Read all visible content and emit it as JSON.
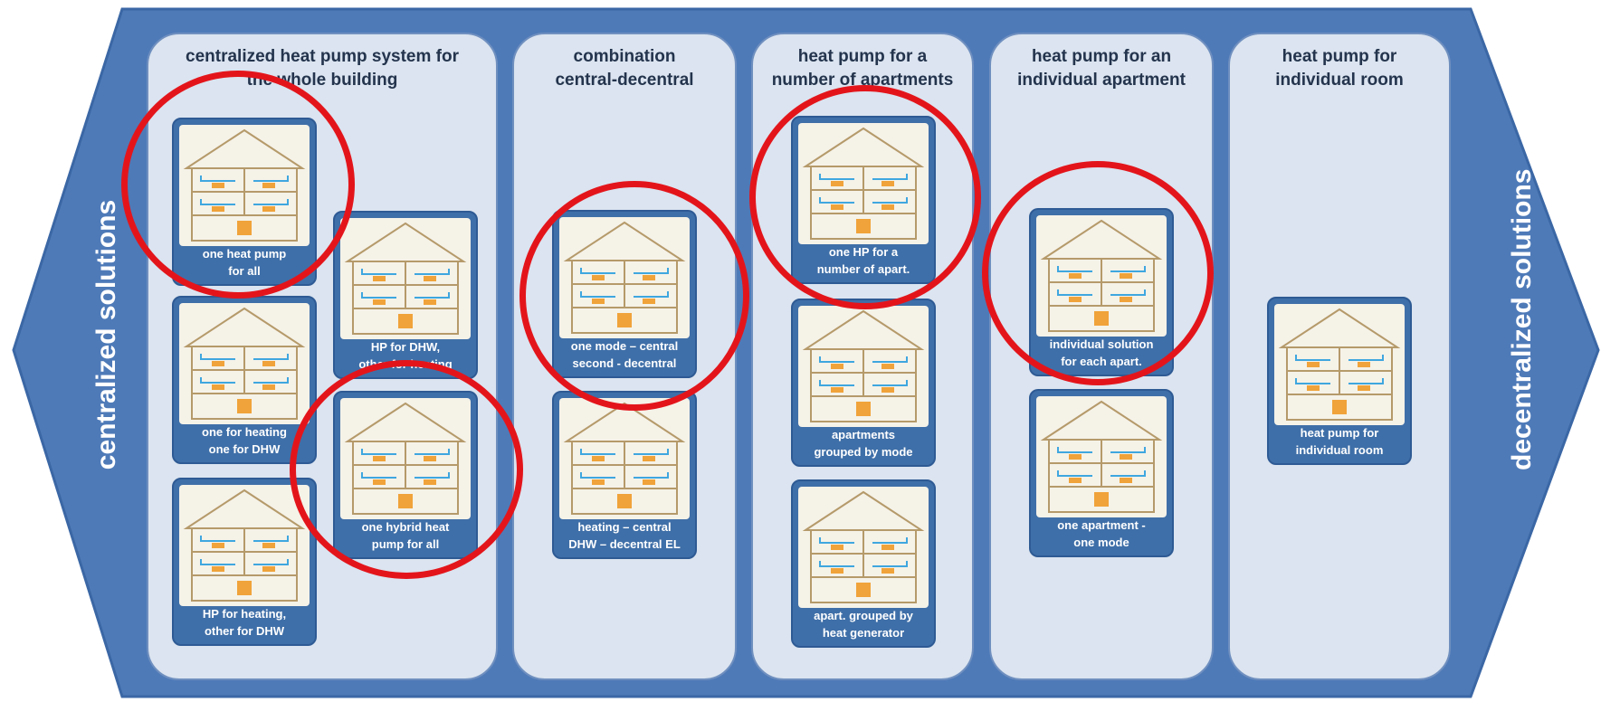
{
  "left_label": "centralized\nsolutions",
  "right_label": "decentralized\nsolutions",
  "colors": {
    "frame_blue": "#4e7ab8",
    "panel": "#dbe4f0",
    "card": "#3f6fa8",
    "highlight_ring": "#e3151b",
    "pipe": "#3fa7df",
    "heat_pump": "#f0a33a"
  },
  "columns": [
    {
      "title": "centralized heat pump system for\nthe whole building",
      "cards": [
        {
          "caption": "one heat pump\nfor all",
          "icon": "house-one-hp-icon",
          "highlighted": true
        },
        {
          "caption": "HP for DHW,\nother for heating",
          "icon": "house-hp-dhw-icon",
          "highlighted": false
        },
        {
          "caption": "one for heating\none for DHW",
          "icon": "house-two-units-icon",
          "highlighted": false
        },
        {
          "caption": "one hybrid heat\npump for all",
          "icon": "house-hybrid-hp-icon",
          "highlighted": true
        },
        {
          "caption": "HP for heating,\nother for DHW",
          "icon": "house-hp-heating-icon",
          "highlighted": false
        }
      ]
    },
    {
      "title": "combination\ncentral-decentral",
      "cards": [
        {
          "caption": "one mode – central\nsecond - decentral",
          "icon": "house-mixed-mode-icon",
          "highlighted": true
        },
        {
          "caption": "heating – central\nDHW – decentral EL",
          "icon": "house-central-heating-icon",
          "highlighted": false
        }
      ]
    },
    {
      "title": "heat pump for a\nnumber of apartments",
      "cards": [
        {
          "caption": "one HP for a\nnumber of apart.",
          "icon": "house-group-hp-icon",
          "highlighted": true
        },
        {
          "caption": "apartments\ngrouped by mode",
          "icon": "house-grouped-mode-icon",
          "highlighted": false
        },
        {
          "caption": "apart. grouped by\nheat generator",
          "icon": "house-grouped-generator-icon",
          "highlighted": false
        }
      ]
    },
    {
      "title": "heat pump for an\nindividual apartment",
      "cards": [
        {
          "caption": "individual solution\nfor each apart.",
          "icon": "house-individual-apartment-icon",
          "highlighted": true
        },
        {
          "caption": "one apartment -\none mode",
          "icon": "house-apartment-mode-icon",
          "highlighted": false
        }
      ]
    },
    {
      "title": "heat pump for\nindividual room",
      "cards": [
        {
          "caption": "heat pump for\nindividual room",
          "icon": "house-room-hp-icon",
          "highlighted": false
        }
      ]
    }
  ]
}
